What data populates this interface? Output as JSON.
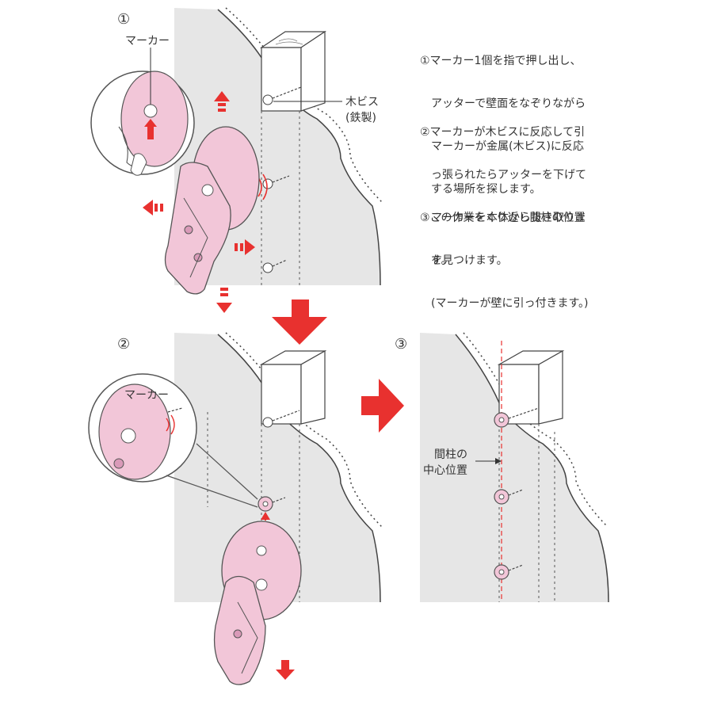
{
  "steps": {
    "s1": "①",
    "s2": "②",
    "s3": "③"
  },
  "labels": {
    "marker_top": "マーカー",
    "marker_mid": "マーカー",
    "screw_line1": "木ビス",
    "screw_line2": "(鉄製)",
    "stud_center_line1": "間柱の",
    "stud_center_line2": "中心位置"
  },
  "instructions": {
    "i1": [
      "①マーカー1個を指で押し出し、",
      "　アッターで壁面をなぞりながら",
      "　マーカーが金属(木ビス)に反応",
      "　する場所を探します。"
    ],
    "i2": [
      "②マーカーが木ビスに反応して引",
      "　っ張られたらアッターを下げて",
      "　マーカーを本体から抜き取りま",
      "　す。",
      "　(マーカーが壁に引っ付きます。)"
    ],
    "i3": [
      "③この作業をくり返し間柱の位置",
      "　を見つけます。"
    ]
  },
  "colors": {
    "wall": "#e6e6e6",
    "device": "#f2c6d8",
    "device_dark": "#d99ab8",
    "outline": "#555555",
    "arrow_red": "#e8312f",
    "center_line": "#e8312f"
  }
}
